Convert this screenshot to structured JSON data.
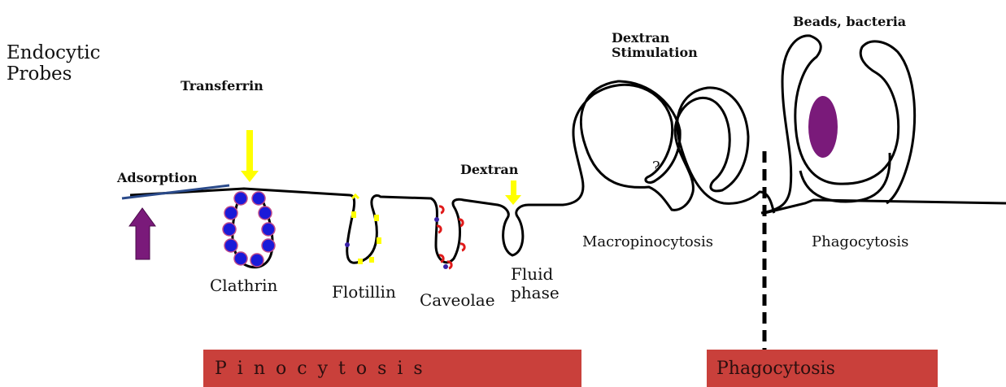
{
  "title_lines": [
    "Endocytic",
    "Probes"
  ],
  "probes": {
    "transferrin": "Transferrin",
    "dextran": "Dextran",
    "dextran_stimulation_lines": [
      "Dextran",
      "Stimulation"
    ],
    "beads_bacteria": "Beads, bacteria",
    "adsorption": "Adsorption"
  },
  "pathways": {
    "clathrin": "Clathrin",
    "flotillin": "Flotillin",
    "caveolae": "Caveolae",
    "fluid_phase_lines": [
      "Fluid",
      "phase"
    ],
    "macropinocytosis": "Macropinocytosis",
    "phagocytosis": "Phagocytosis",
    "question_mark": "?"
  },
  "banners": {
    "pinocytosis": "Pinocytosis",
    "phagocytosis": "Phagocytosis"
  },
  "colors": {
    "membrane": "#000000",
    "arrow_yellow": "#ffff00",
    "arrow_purple": "#7a1a7a",
    "clathrin_dot": "#1a1ad8",
    "clathrin_dot_edge": "#c04a8a",
    "flotillin_marker": "#ffff00",
    "flotillin_dot": "#3a22a8",
    "caveolae_marker": "#e01a1a",
    "caveolae_dot": "#3a22a8",
    "bead": "#7a1a7a",
    "adsorption_line": "#2a4a8a",
    "banner": "#c9403b"
  }
}
